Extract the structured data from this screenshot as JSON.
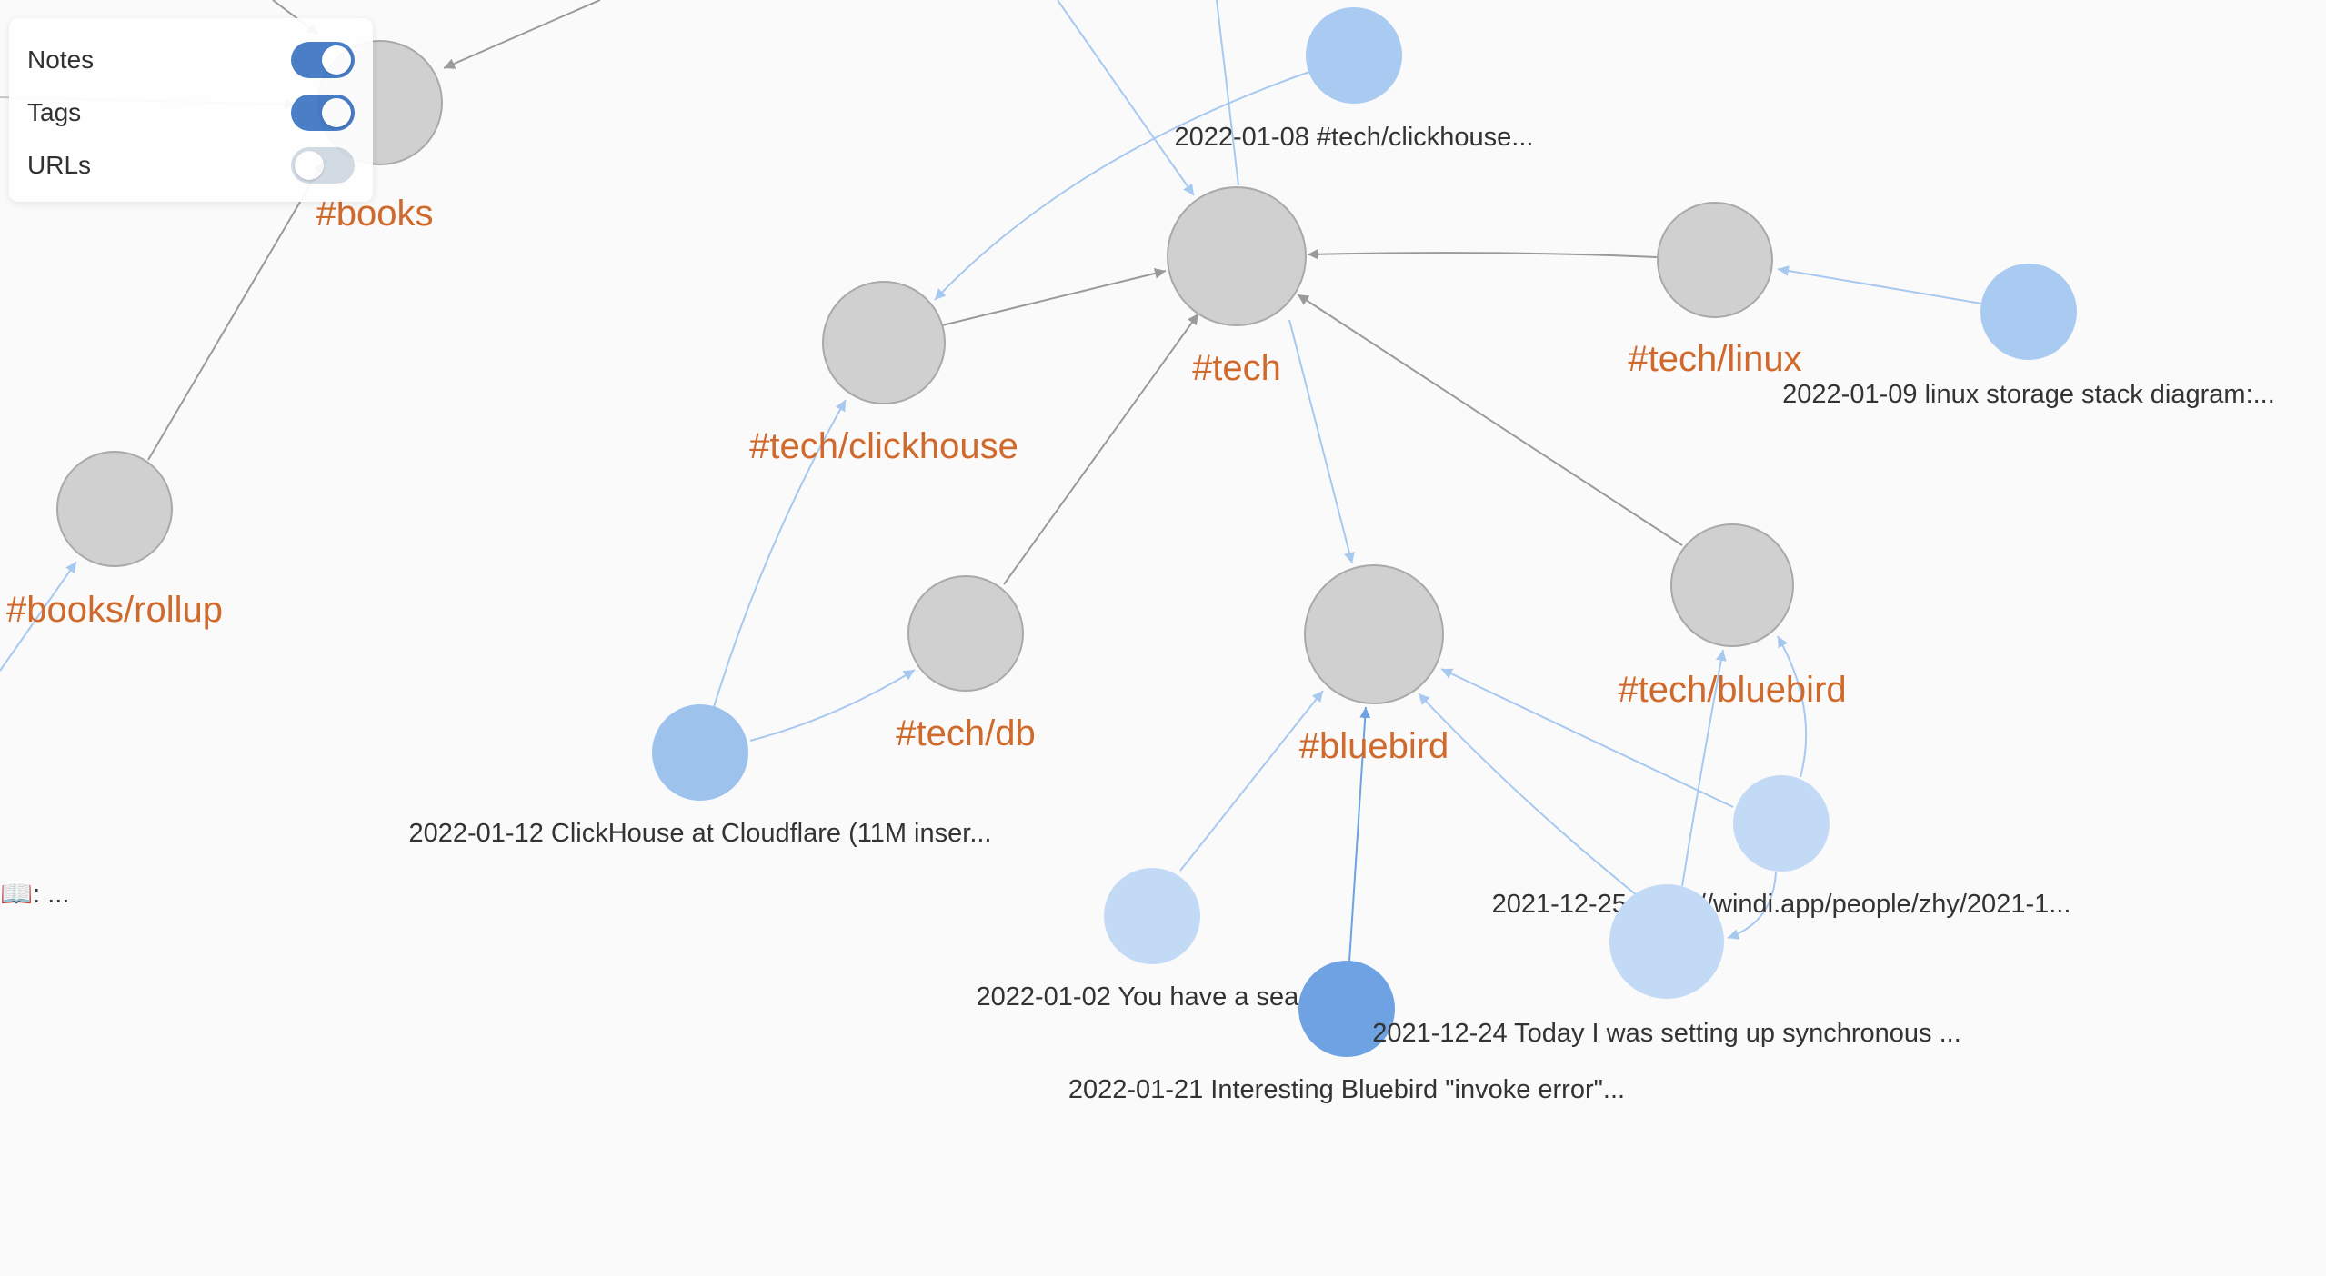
{
  "controls": {
    "notes_label": "Notes",
    "notes_on": true,
    "tags_label": "Tags",
    "tags_on": true,
    "urls_label": "URLs",
    "urls_on": false
  },
  "colors": {
    "tag_node": "#d0d0d0",
    "tag_label": "#d0692c",
    "note_light": "#c2daf5",
    "note_mid": "#a9cbf1",
    "note_dark": "#6ea2e2",
    "edge_gray": "#9a9a9a",
    "edge_blue": "#a7c9f0",
    "toggle_on": "#3d75c4"
  },
  "tags": [
    {
      "key": "books",
      "label": "#books"
    },
    {
      "key": "books_rollup",
      "label": "#books/rollup"
    },
    {
      "key": "tech",
      "label": "#tech"
    },
    {
      "key": "tech_clickhouse",
      "label": "#tech/clickhouse"
    },
    {
      "key": "tech_db",
      "label": "#tech/db"
    },
    {
      "key": "tech_linux",
      "label": "#tech/linux"
    },
    {
      "key": "bluebird",
      "label": "#bluebird"
    },
    {
      "key": "tech_bluebird",
      "label": "#tech/bluebird"
    }
  ],
  "notes": [
    {
      "key": "n0108",
      "label": "2022-01-08 #tech/clickhouse..."
    },
    {
      "key": "n0109",
      "label": "2022-01-09 linux storage stack diagram:..."
    },
    {
      "key": "n0112",
      "label": "2022-01-12 ClickHouse at Cloudflare (11M inser..."
    },
    {
      "key": "n1225",
      "label": "2021-12-25 https://windi.app/people/zhy/2021-1..."
    },
    {
      "key": "n0102",
      "label": "2022-01-02 You have a sea...."
    },
    {
      "key": "n1224",
      "label": "2021-12-24 Today I was setting up synchronous ..."
    },
    {
      "key": "n0121",
      "label": "2022-01-21 Interesting Bluebird \"invoke error\"..."
    },
    {
      "key": "nbook",
      "label": "📖:  ..."
    }
  ]
}
